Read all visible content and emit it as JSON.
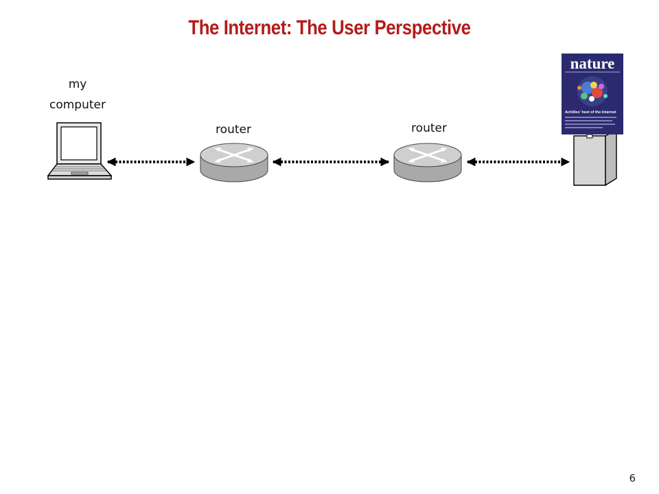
{
  "slide": {
    "title": "The Internet: The User Perspective",
    "page_number": "6"
  },
  "colors": {
    "title": "#b31b1b",
    "router_body": "#b8b8b8",
    "arrow": "#000000",
    "cover_background": "#2b2a6e"
  },
  "diagram": {
    "nodes": [
      {
        "id": "my-computer",
        "icon": "laptop-icon",
        "label_lines": [
          "my",
          "computer"
        ]
      },
      {
        "id": "router-1",
        "icon": "router-icon",
        "label": "router"
      },
      {
        "id": "router-2",
        "icon": "router-icon",
        "label": "router"
      },
      {
        "id": "server",
        "icon": "server-tower-icon"
      }
    ],
    "links": [
      {
        "from": "my-computer",
        "to": "router-1",
        "style": "dotted-bidirectional-arrow"
      },
      {
        "from": "router-1",
        "to": "router-2",
        "style": "dotted-bidirectional-arrow"
      },
      {
        "from": "router-2",
        "to": "server",
        "style": "dotted-bidirectional-arrow"
      }
    ],
    "journal_cover": {
      "masthead": "nature",
      "headline": "Achilles' heel of the Internet"
    }
  }
}
